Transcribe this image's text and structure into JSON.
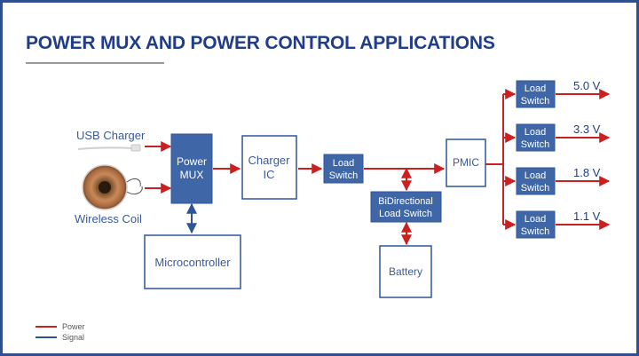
{
  "title": "POWER MUX AND POWER CONTROL APPLICATIONS",
  "sources": {
    "usb": "USB Charger",
    "wireless": "Wireless Coil"
  },
  "blocks": {
    "power_mux": [
      "Power",
      "MUX"
    ],
    "charger_ic": [
      "Charger",
      "IC"
    ],
    "load_switch_main": [
      "Load",
      "Switch"
    ],
    "bidirectional": [
      "BiDirectional",
      "Load Switch"
    ],
    "battery": "Battery",
    "microcontroller": "Microcontroller",
    "pmic": "PMIC"
  },
  "outputs": [
    {
      "label": [
        "Load",
        "Switch"
      ],
      "voltage": "5.0 V"
    },
    {
      "label": [
        "Load",
        "Switch"
      ],
      "voltage": "3.3 V"
    },
    {
      "label": [
        "Load",
        "Switch"
      ],
      "voltage": "1.8 V"
    },
    {
      "label": [
        "Load",
        "Switch"
      ],
      "voltage": "1.1 V"
    }
  ],
  "legend": {
    "power": "Power",
    "signal": "Signal"
  },
  "colors": {
    "power_line": "#cc1f1f",
    "signal_line": "#2f5597",
    "block_fill": "#3f67a8",
    "title": "#1f3d8a",
    "label_text": "#3a5a9a"
  }
}
